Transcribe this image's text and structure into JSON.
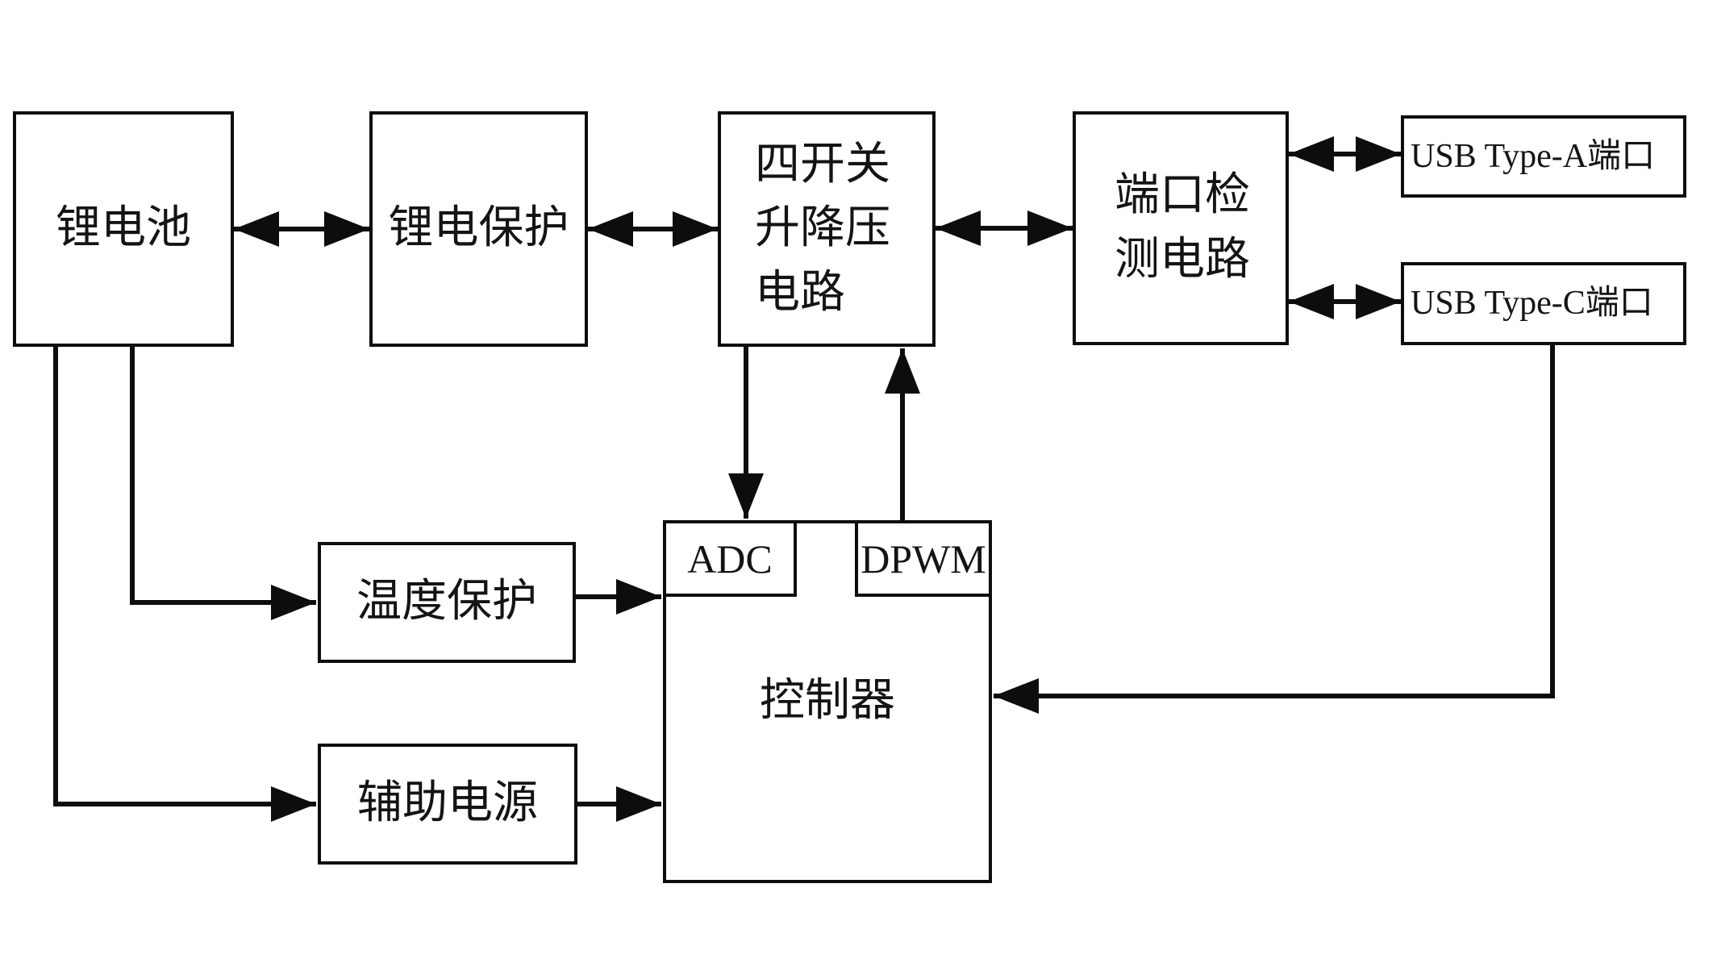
{
  "blocks": {
    "battery": {
      "label": "锂电池"
    },
    "battery_protection": {
      "label": "锂电保护"
    },
    "buck_boost": {
      "label": "四开关\n升降压\n电路"
    },
    "port_detection": {
      "label": "端口检\n测电路"
    },
    "usb_type_a": {
      "label": "USB Type-A端口"
    },
    "usb_type_c": {
      "label": "USB Type-C端口"
    },
    "adc": {
      "label": "ADC"
    },
    "dpwm": {
      "label": "DPWM"
    },
    "controller": {
      "label": "控制器"
    },
    "temp_protection": {
      "label": "温度保护"
    },
    "aux_power": {
      "label": "辅助电源"
    }
  },
  "connections": [
    {
      "from": "battery",
      "to": "battery_protection",
      "type": "bidirectional"
    },
    {
      "from": "battery_protection",
      "to": "buck_boost",
      "type": "bidirectional"
    },
    {
      "from": "buck_boost",
      "to": "port_detection",
      "type": "bidirectional"
    },
    {
      "from": "port_detection",
      "to": "usb_type_a",
      "type": "bidirectional"
    },
    {
      "from": "port_detection",
      "to": "usb_type_c",
      "type": "bidirectional"
    },
    {
      "from": "buck_boost",
      "to": "adc",
      "type": "one-way"
    },
    {
      "from": "dpwm",
      "to": "buck_boost",
      "type": "one-way"
    },
    {
      "from": "battery",
      "to": "temp_protection",
      "type": "one-way"
    },
    {
      "from": "battery",
      "to": "aux_power",
      "type": "one-way"
    },
    {
      "from": "temp_protection",
      "to": "controller",
      "type": "one-way"
    },
    {
      "from": "aux_power",
      "to": "controller",
      "type": "one-way"
    },
    {
      "from": "usb_type_c",
      "to": "controller",
      "type": "one-way"
    }
  ],
  "colors": {
    "ink": "#0d0d0d",
    "background": "#ffffff"
  }
}
